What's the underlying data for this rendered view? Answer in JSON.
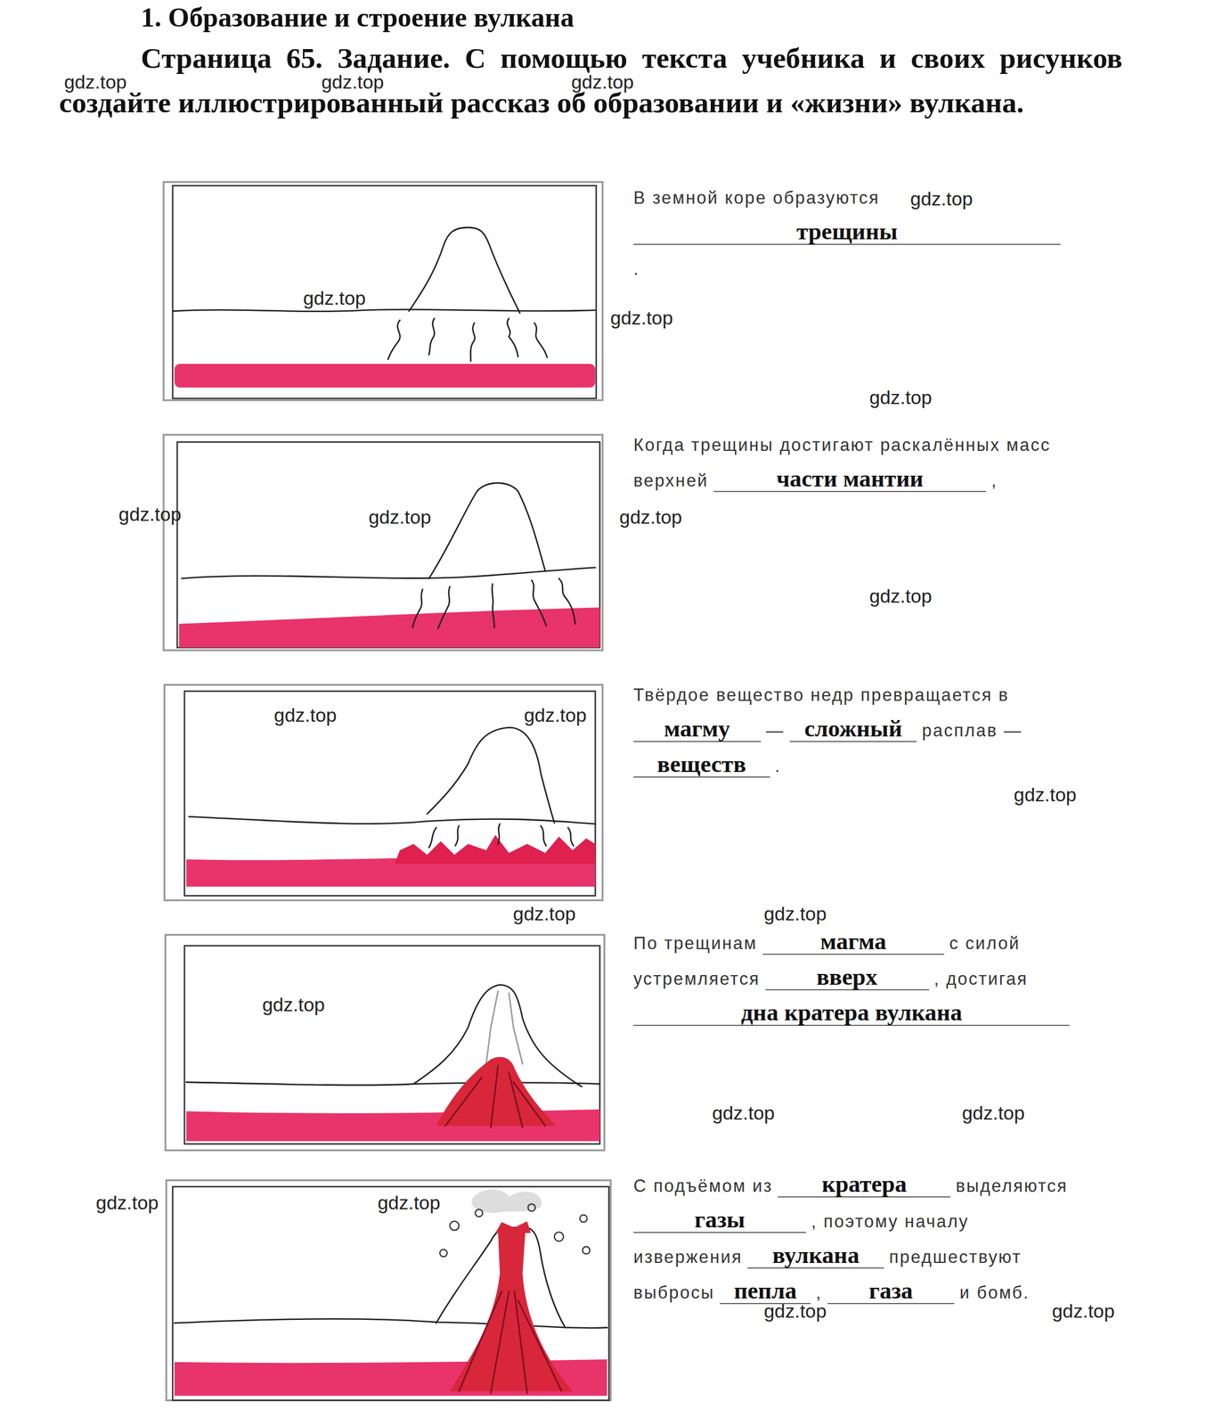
{
  "diagram": {
    "title": "1. Образование и строение вулкана",
    "labels": [
      "Страница 65. Задание. С помощью текста учебника и своих рисунков создайте иллюстрированный рассказ об образовании и «жизни» вулкана.",
      "В земной коре образуются",
      "трещины",
      ".",
      "Когда трещины достигают раскалённых масс верхней",
      "части мантии",
      ",",
      "Твёрдое вещество недр превращается в",
      "магму",
      "—",
      "сложный",
      "расплав —",
      "веществ",
      ".",
      "По трещинам",
      "магма",
      "с силой устремляется",
      "вверх",
      ", достигая",
      "дна кратера вулкана",
      "С подъёмом из",
      "кратера",
      "выделяются",
      "газы",
      ", поэтому началу извержения",
      "вулкана",
      "предшествуют выбросы",
      "пепла",
      ",",
      "газа",
      "и бомб.",
      "gdz.top",
      "gdz.top",
      "gdz.top",
      "gdz.top",
      "gdz.top",
      "gdz.top",
      "gdz.top",
      "gdz.top",
      "gdz.top",
      "gdz.top",
      "gdz.top",
      "gdz.top",
      "gdz.top",
      "gdz.top",
      "gdz.top",
      "gdz.top",
      "gdz.top",
      "gdz.top",
      "gdz.top",
      "gdz.top",
      "gdz.top",
      "gdz.top",
      "gdz.top"
    ]
  }
}
